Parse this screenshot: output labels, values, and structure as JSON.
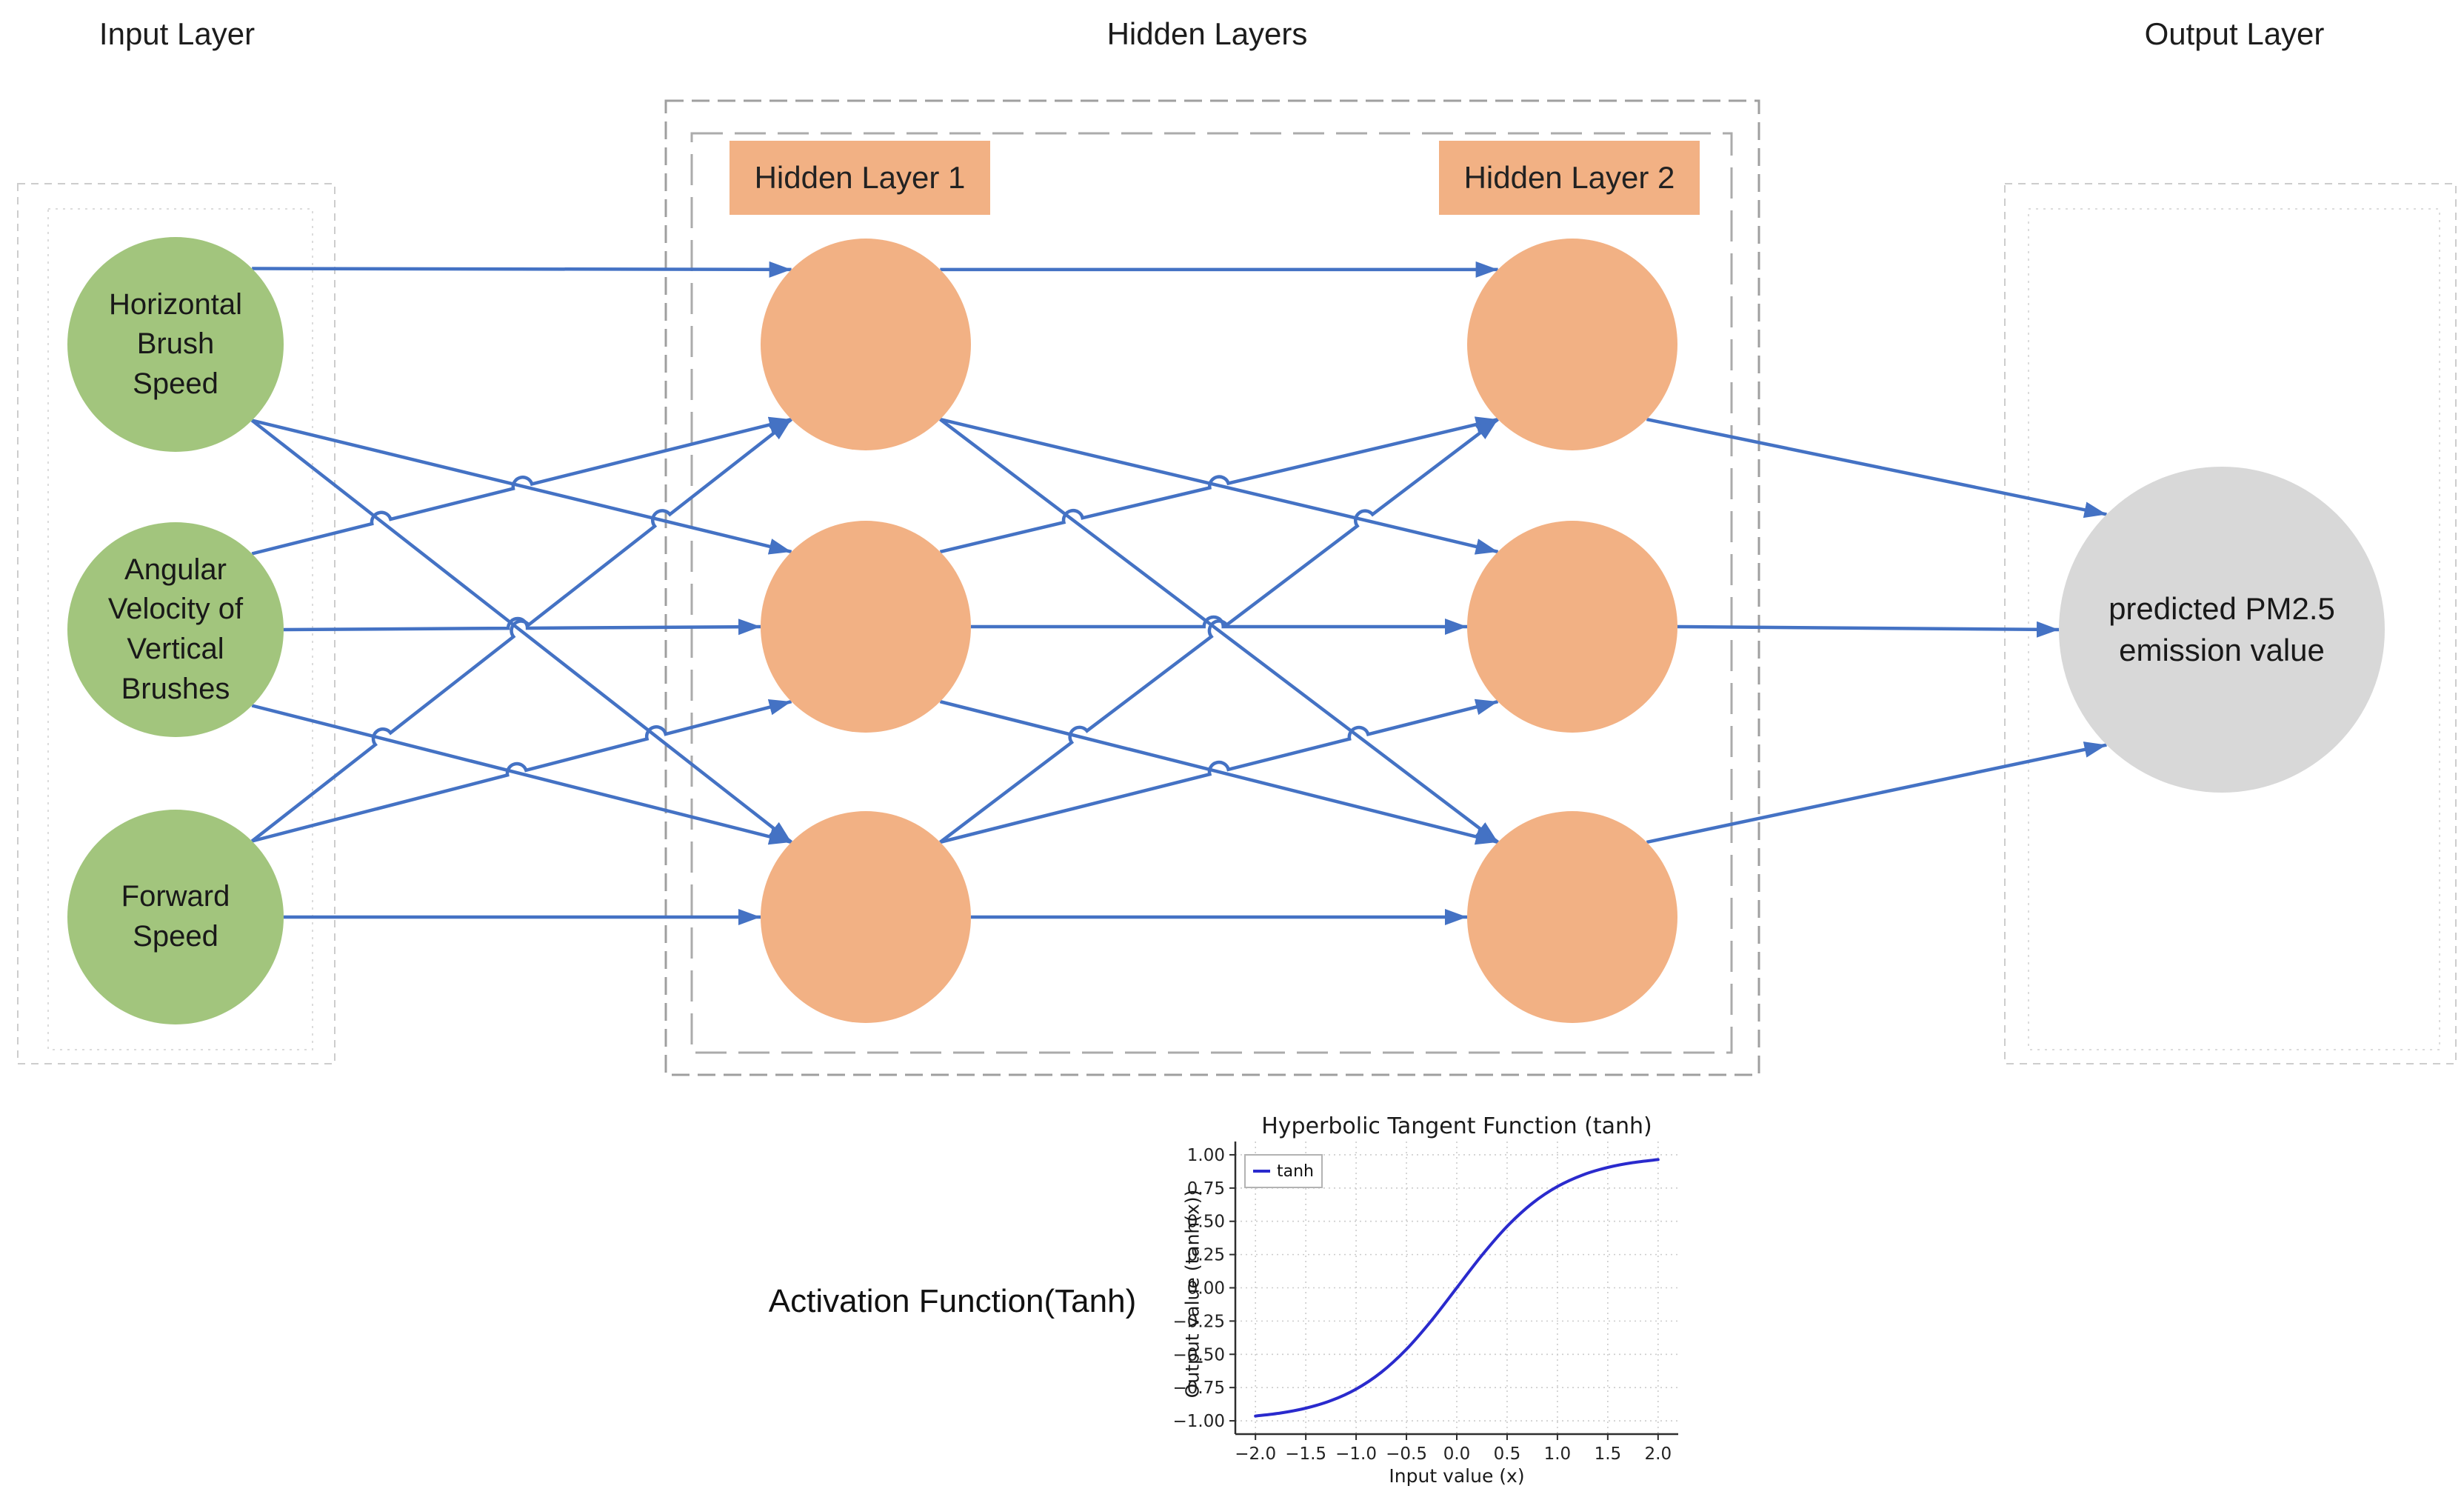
{
  "titles": {
    "input": "Input Layer",
    "hidden": "Hidden Layers",
    "output": "Output Layer"
  },
  "hidden_headers": [
    "Hidden Layer 1",
    "Hidden Layer 2"
  ],
  "input_nodes": [
    "Horizontal\nBrush\nSpeed",
    "Angular\nVelocity of\nVertical\nBrushes",
    "Forward\nSpeed"
  ],
  "output_node": "predicted PM2.5\nemission value",
  "activation_label": "Activation Function(Tanh)",
  "colors": {
    "node_green": "#A2C57D",
    "node_orange": "#F2B184",
    "node_gray": "#D8D8D8",
    "edge_blue": "#4472C4",
    "header_orange": "#F2B184",
    "box_gray_outer": "#9F9F9F",
    "box_gray_inner": "#ABABAB",
    "box_light": "#CDCDCD",
    "box_lighter": "#DCDCDC"
  },
  "chart_data": {
    "type": "line",
    "title": "Hyperbolic Tangent Function (tanh)",
    "xlabel": "Input value (x)",
    "ylabel": "Output value (tanh(x))",
    "xlim": [
      -2.2,
      2.2
    ],
    "ylim": [
      -1.1,
      1.1
    ],
    "x_ticks": [
      -2.0,
      -1.5,
      -1.0,
      -0.5,
      0.0,
      0.5,
      1.0,
      1.5,
      2.0
    ],
    "x_tick_labels": [
      "−2.0",
      "−1.5",
      "−1.0",
      "−0.5",
      "0.0",
      "0.5",
      "1.0",
      "1.5",
      "2.0"
    ],
    "y_ticks": [
      -1.0,
      -0.75,
      -0.5,
      -0.25,
      0.0,
      0.25,
      0.5,
      0.75,
      1.0
    ],
    "y_tick_labels": [
      "−1.00",
      "−0.75",
      "−0.50",
      "−0.25",
      "0.00",
      "0.25",
      "0.50",
      "0.75",
      "1.00"
    ],
    "grid": true,
    "legend_position": "upper left",
    "line_color": "#2A2ACD",
    "series": [
      {
        "name": "tanh",
        "x": [
          -2.0,
          -1.75,
          -1.5,
          -1.25,
          -1.0,
          -0.75,
          -0.5,
          -0.25,
          0.0,
          0.25,
          0.5,
          0.75,
          1.0,
          1.25,
          1.5,
          1.75,
          2.0
        ],
        "y": [
          -0.964,
          -0.9414,
          -0.9051,
          -0.8483,
          -0.7616,
          -0.6351,
          -0.4621,
          -0.2449,
          0.0,
          0.2449,
          0.4621,
          0.6351,
          0.7616,
          0.8483,
          0.9051,
          0.9414,
          0.964
        ]
      }
    ]
  }
}
